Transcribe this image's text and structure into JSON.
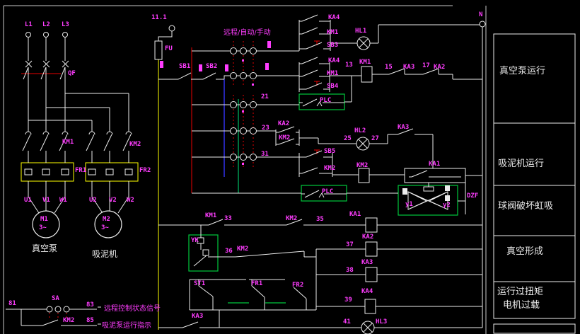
{
  "power": {
    "l1": "L1",
    "l2": "L2",
    "l3": "L3",
    "qf": "QF",
    "km1": "KM1",
    "km2": "KM2",
    "fr1": "FR1",
    "fr2": "FR2",
    "u1": "U1",
    "v1": "V1",
    "w1": "W1",
    "u2": "U2",
    "v2": "V2",
    "w2": "W2",
    "m1": "M1",
    "m1_type": "3~",
    "m2": "M2",
    "m2_type": "3~",
    "cap_pump": "真空泵",
    "cap_dredge": "吸泥机"
  },
  "control": {
    "src": "11.1",
    "fu": "FU",
    "mode": "远程/自动/手动",
    "sb1": "SB1",
    "sb2": "SB2",
    "n": "N",
    "g1_ka4": "KA4",
    "g1_km1": "KM1",
    "g1_sb3": "SB3",
    "hl1": "HL1",
    "g2_ka4": "KA4",
    "g2_km1": "KM1",
    "g2_sb4": "SB4",
    "w13": "13",
    "km1_coil": "KM1",
    "w15": "15",
    "ka3_nc": "KA3",
    "w17": "17",
    "ka2_nc": "KA2",
    "w21": "21",
    "plc1": "PLC",
    "w23": "23",
    "ka2_no": "KA2",
    "km2_no": "KM2",
    "sb5": "SB5",
    "km2_no2": "KM2",
    "w25": "25",
    "hl2": "HL2",
    "w27": "27",
    "ka3_no": "KA3",
    "km2_coil": "KM2",
    "w31": "31",
    "plc2": "PLC",
    "ka1_no": "KA1",
    "dzf": "DZF",
    "y1": "y1",
    "y2": "y2"
  },
  "relays": {
    "km1_no": "KM1",
    "w33": "33",
    "km2_nc": "KM2",
    "w35": "35",
    "ka1_coil": "KA1",
    "yk": "YK",
    "w36": "36",
    "km2_nc2": "KM2",
    "w37": "37",
    "ka2_coil": "KA2",
    "w38": "38",
    "ka3_coil": "KA3",
    "st1": "ST1",
    "fr1_nc": "FR1",
    "fr2_nc": "FR2",
    "w39": "39",
    "ka4_coil": "KA4",
    "ka3_no2": "KA3",
    "w41": "41",
    "hl3": "HL3"
  },
  "aux": {
    "sa": "SA",
    "w81": "81",
    "w83": "83",
    "w85": "85",
    "km2_no3": "KM2",
    "sig1": "远程控制状态信号",
    "sig2": "吸泥泵运行指示"
  },
  "panel": {
    "r1": "真空泵运行",
    "r2": "吸泥机运行",
    "r3": "球阀破坏虹吸",
    "r4": "真空形成",
    "r5a": "运行过扭矩",
    "r5b": "电机过载"
  },
  "colors": {
    "label": "#ff3dff",
    "line": "#ececec",
    "red": "#e80000",
    "blue": "#3535ff",
    "yellow": "#ffff00",
    "green": "#00c83c",
    "spring": "#00e67a",
    "background": "#000000"
  }
}
